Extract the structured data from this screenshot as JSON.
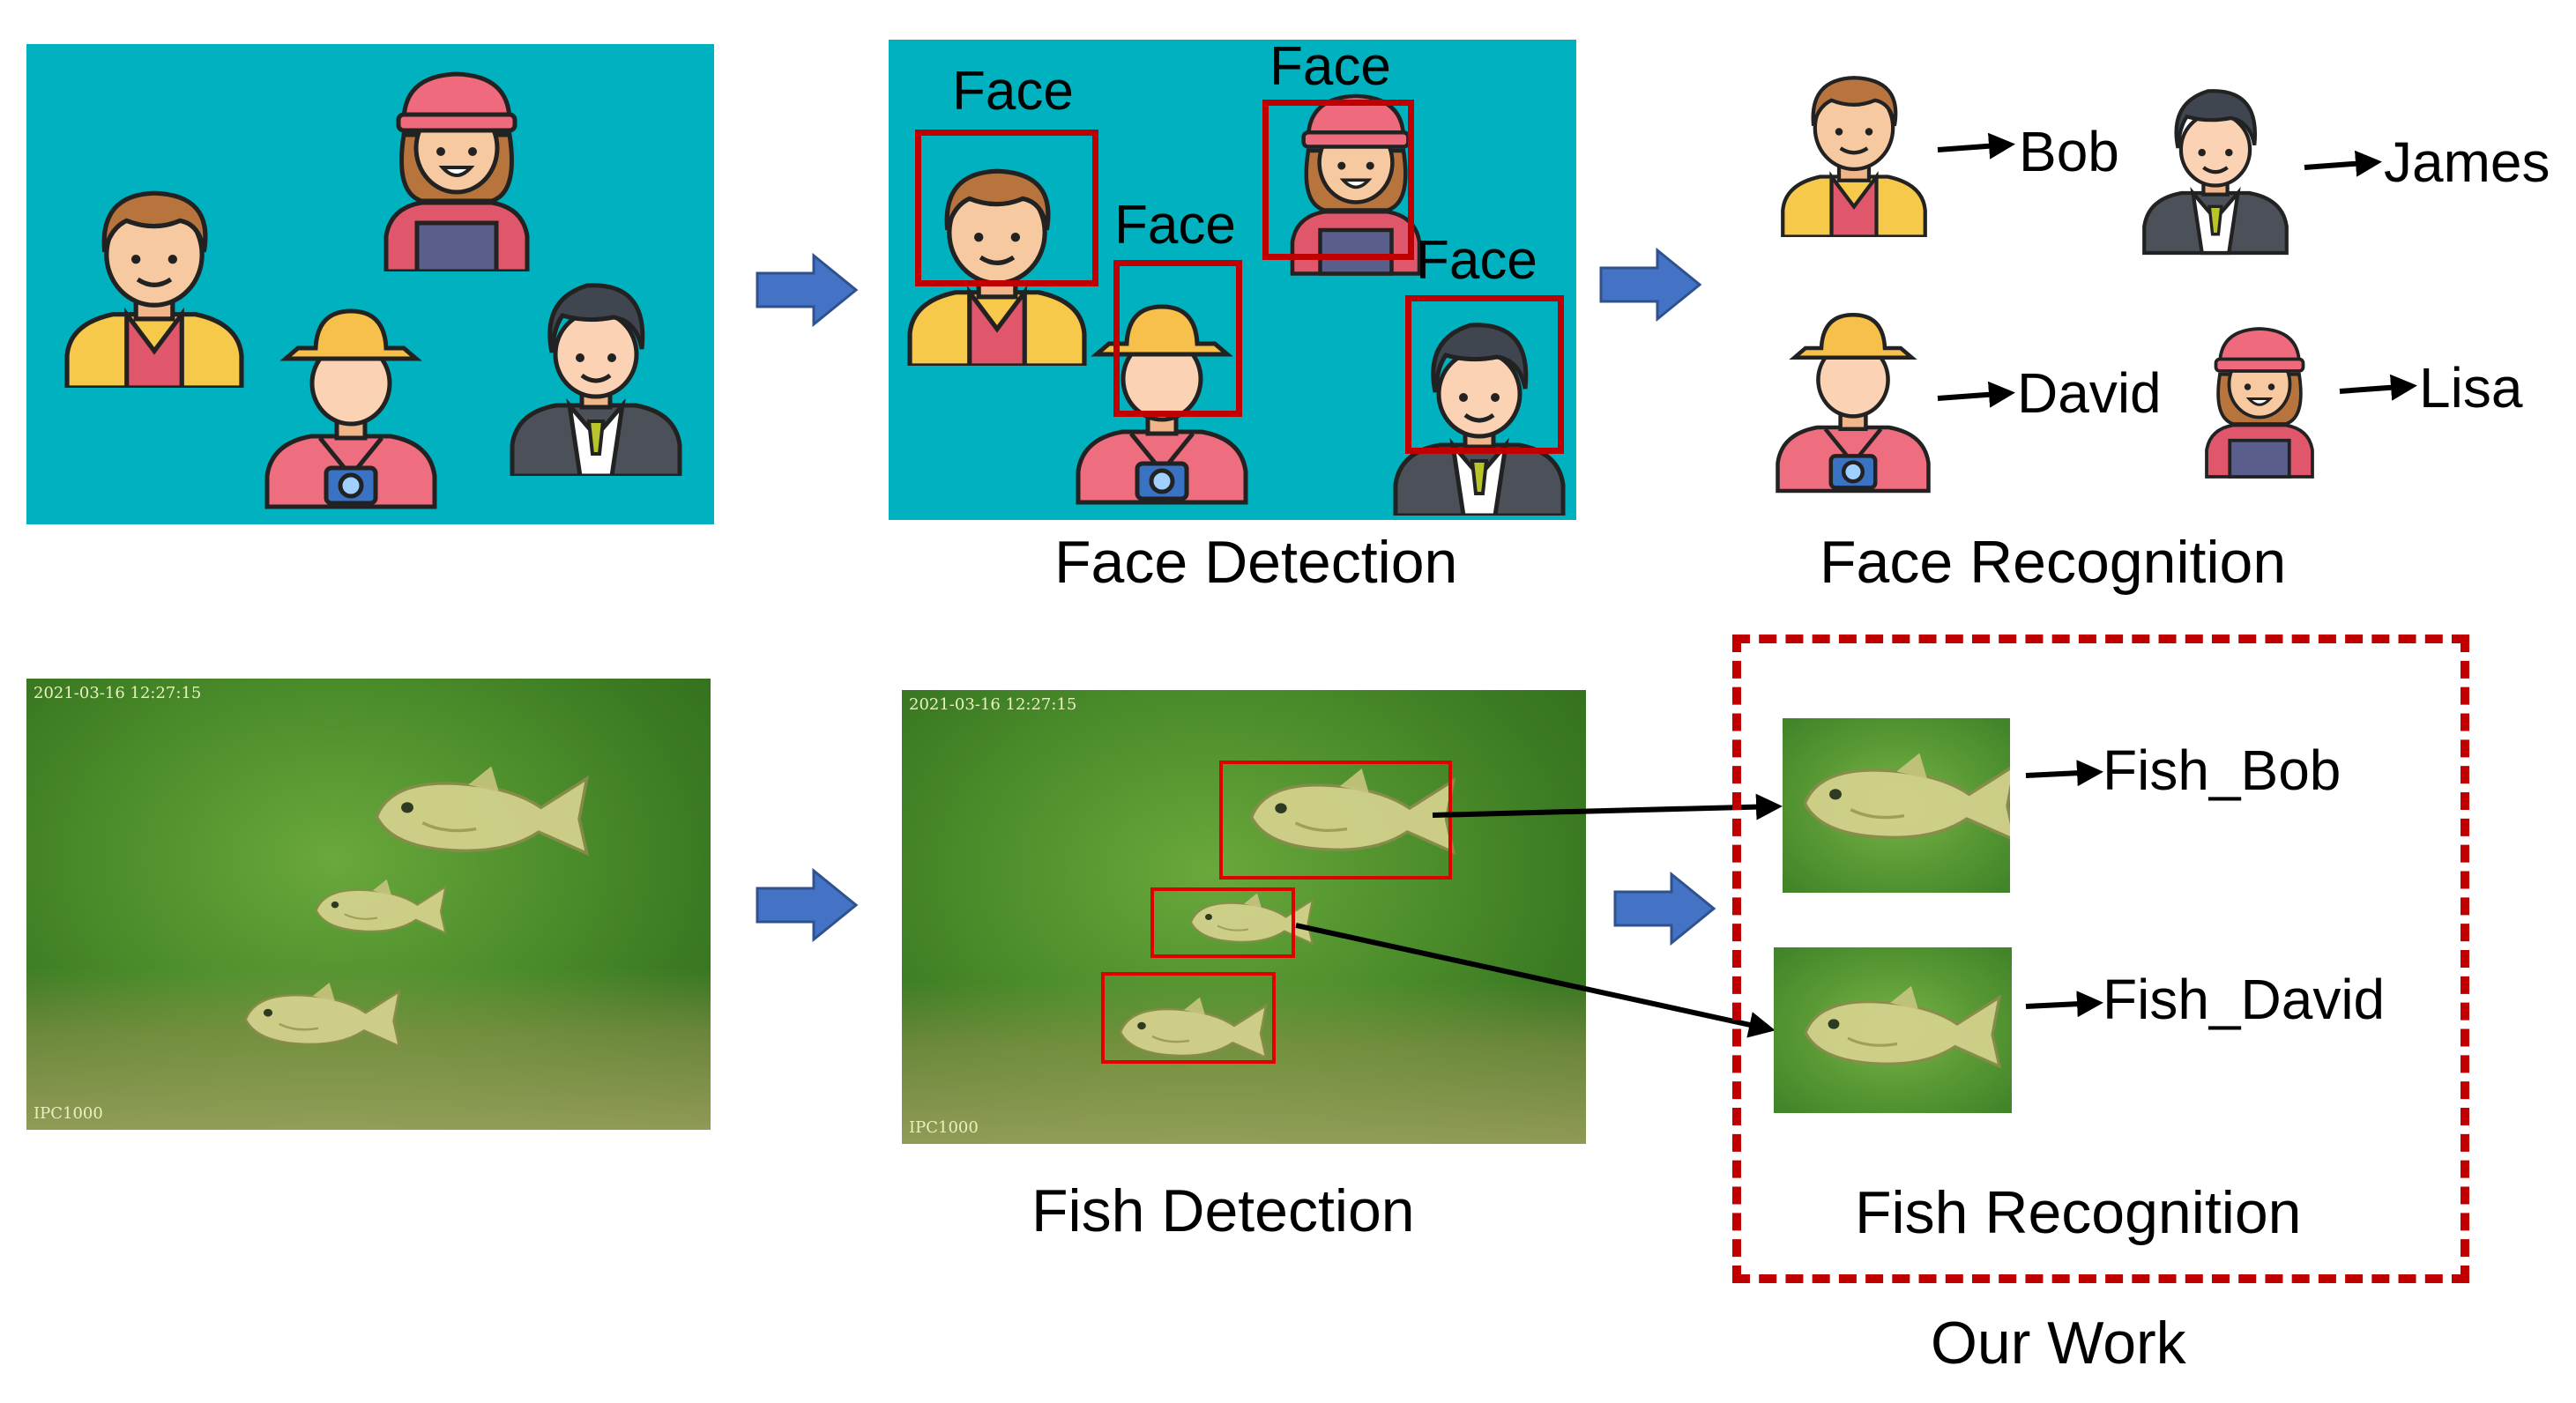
{
  "labels": {
    "face_tag_1": "Face",
    "face_tag_2": "Face",
    "face_tag_3": "Face",
    "face_tag_4": "Face",
    "face_detection_caption": "Face Detection",
    "face_recognition_caption": "Face Recognition",
    "fish_detection_caption": "Fish Detection",
    "fish_recognition_caption": "Fish Recognition",
    "our_work_caption": "Our Work"
  },
  "names": {
    "bob": "Bob",
    "james": "James",
    "david": "David",
    "lisa": "Lisa",
    "fish_bob": "Fish_Bob",
    "fish_david": "Fish_David"
  },
  "video_overlay": {
    "timestamp": "2021-03-16 12:27:15",
    "camera_id": "IPC1000"
  },
  "colors": {
    "teal_background": "#00b1bf",
    "detection_box_red": "#c00000",
    "flow_arrow_blue": "#4472c4",
    "underwater_green": "#4e8f2c"
  }
}
